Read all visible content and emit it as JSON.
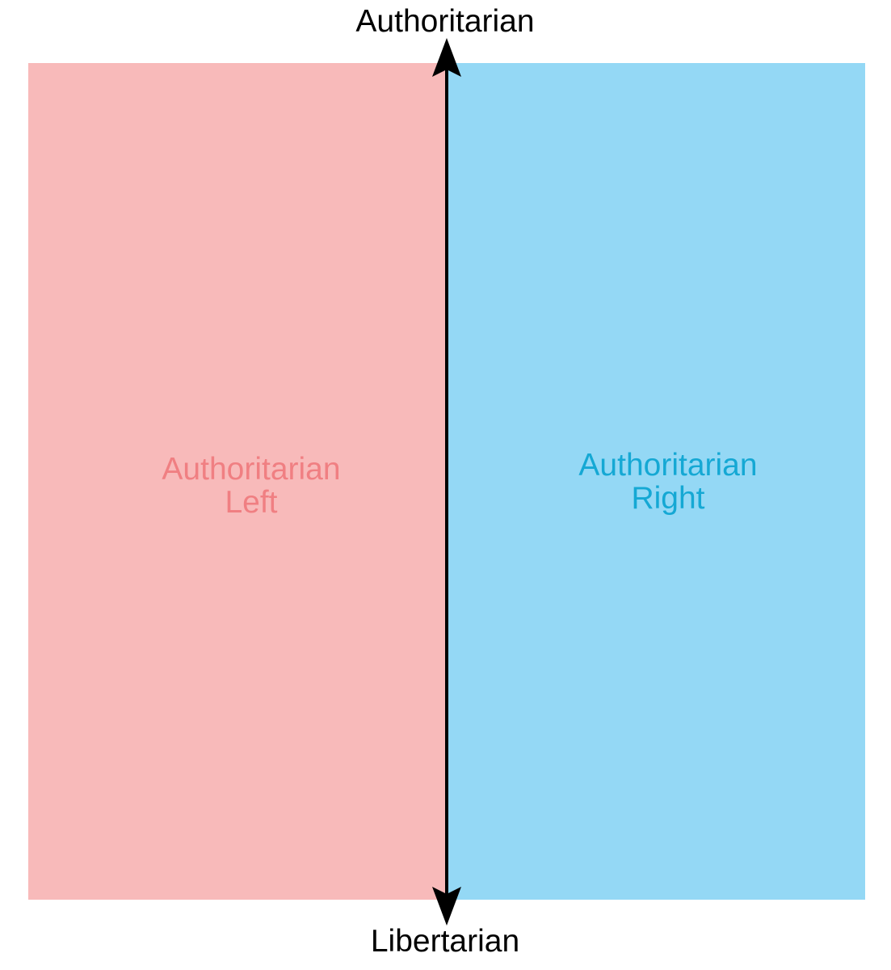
{
  "axis": {
    "top_label": "Authoritarian",
    "bottom_label": "Libertarian",
    "color": "#000000"
  },
  "quadrants": {
    "left": {
      "line1": "Authoritarian",
      "line2": "Left",
      "fill_color": "#f8baba",
      "text_color": "#f07f82"
    },
    "right": {
      "line1": "Authoritarian",
      "line2": "Right",
      "fill_color": "#94d8f5",
      "text_color": "#15a8d4"
    }
  }
}
